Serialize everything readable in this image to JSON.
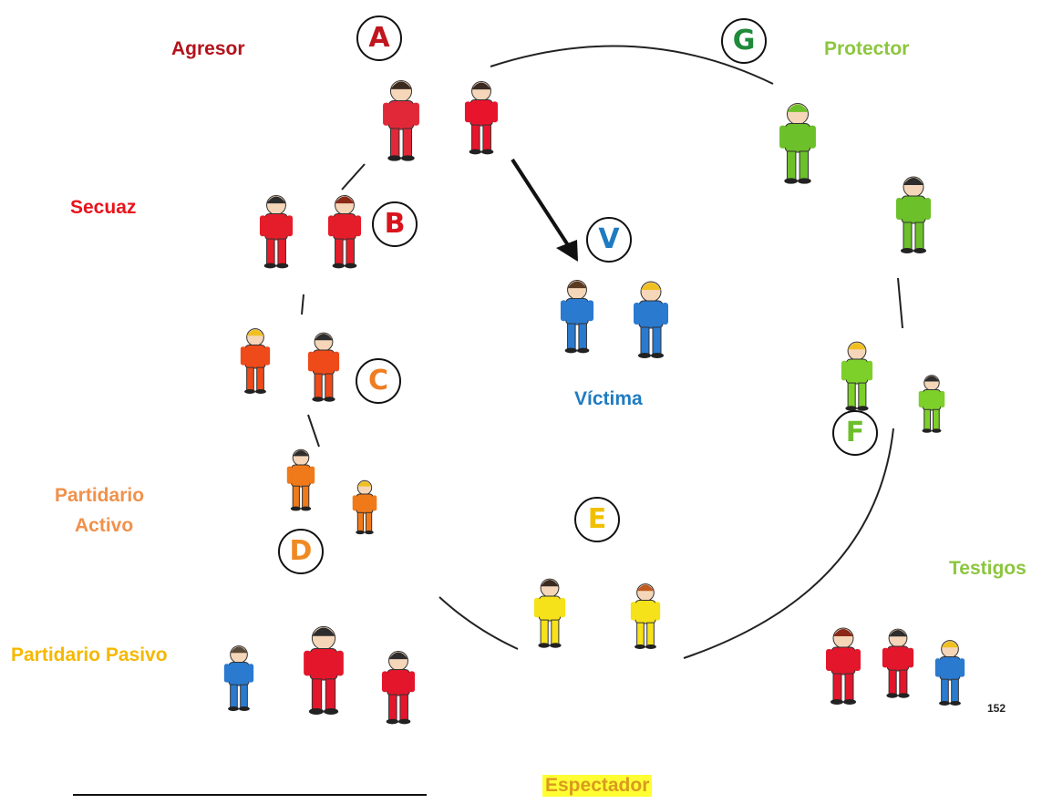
{
  "labels": {
    "agresor": "Agresor",
    "secuaz": "Secuaz",
    "partidario_activo_line1": "Partidario",
    "partidario_activo_line2": "Activo",
    "partidario_pasivo": "Partidario Pasivo",
    "victima": "Víctima",
    "protector": "Protector",
    "testigos": "Testigos",
    "espectador": "Espectador"
  },
  "badges": {
    "a": "A",
    "b": "B",
    "c": "C",
    "d": "D",
    "e": "E",
    "f": "F",
    "g": "G",
    "v": "V"
  },
  "page_number": "152",
  "colors": {
    "agresor": "#b3121c",
    "secuaz": "#e8141c",
    "partidario_activo": "#f0914b",
    "partidario_pasivo": "#f5b800",
    "victima": "#1f7bc1",
    "protector": "#8cc63f",
    "testigos": "#8cc63f",
    "espectador": "#d99a1f",
    "espectador_highlight": "#ffff33"
  },
  "icons": {
    "figure": "person-figure",
    "arrow": "arrow-icon"
  }
}
